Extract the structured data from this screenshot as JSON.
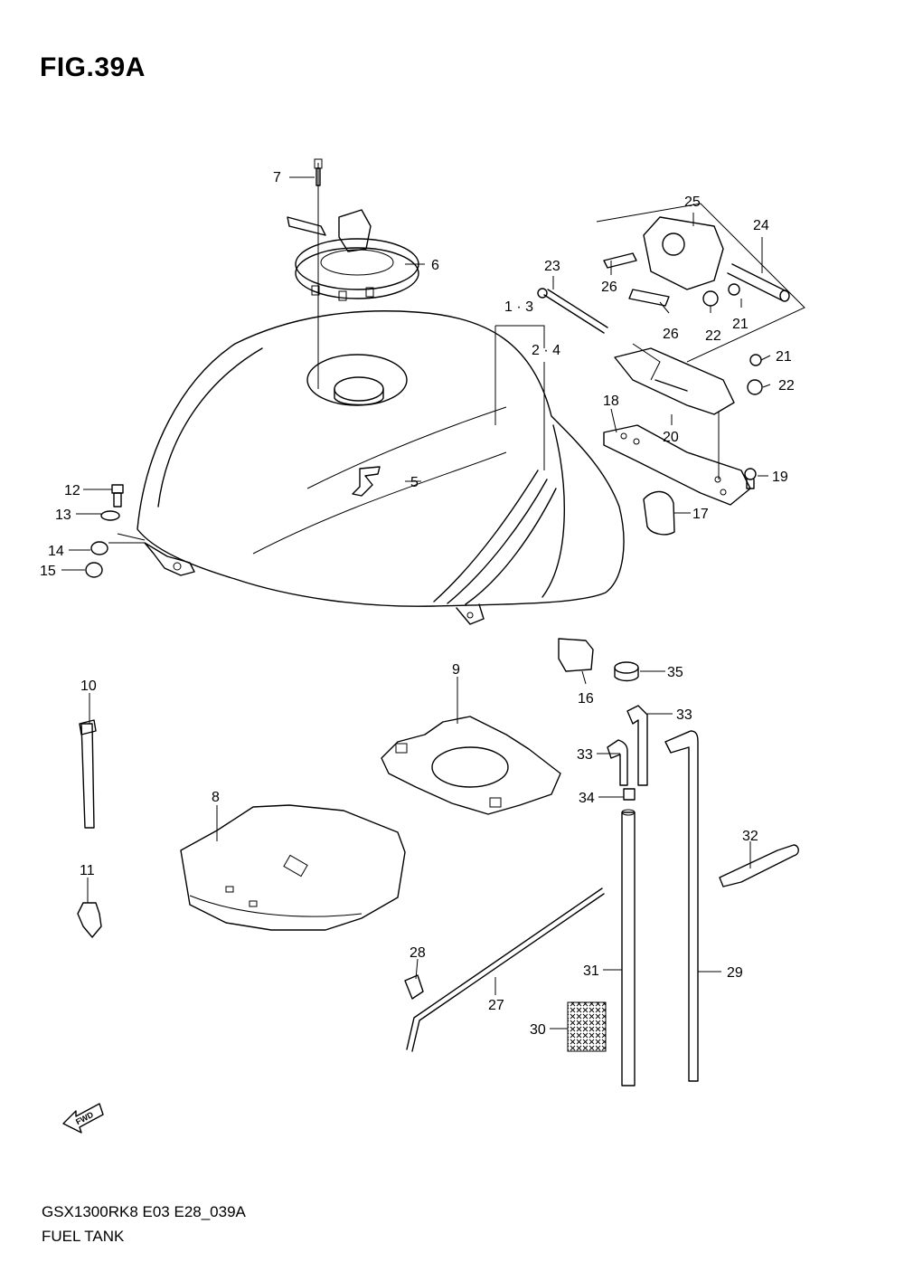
{
  "figure": {
    "title": "FIG.39A",
    "model_code": "GSX1300RK8 E03 E28_039A",
    "subtitle": "FUEL TANK",
    "fwd_label": "FWD"
  },
  "callouts": [
    {
      "id": "c1",
      "text": "1 · 3"
    },
    {
      "id": "c2",
      "text": "2 · 4"
    },
    {
      "id": "c5",
      "text": "5"
    },
    {
      "id": "c6",
      "text": "6"
    },
    {
      "id": "c7",
      "text": "7"
    },
    {
      "id": "c8",
      "text": "8"
    },
    {
      "id": "c9",
      "text": "9"
    },
    {
      "id": "c10",
      "text": "10"
    },
    {
      "id": "c11",
      "text": "11"
    },
    {
      "id": "c12",
      "text": "12"
    },
    {
      "id": "c13",
      "text": "13"
    },
    {
      "id": "c14",
      "text": "14"
    },
    {
      "id": "c15",
      "text": "15"
    },
    {
      "id": "c16",
      "text": "16"
    },
    {
      "id": "c17",
      "text": "17"
    },
    {
      "id": "c18",
      "text": "18"
    },
    {
      "id": "c19",
      "text": "19"
    },
    {
      "id": "c20",
      "text": "20"
    },
    {
      "id": "c21a",
      "text": "21"
    },
    {
      "id": "c21b",
      "text": "21"
    },
    {
      "id": "c22a",
      "text": "22"
    },
    {
      "id": "c22b",
      "text": "22"
    },
    {
      "id": "c23",
      "text": "23"
    },
    {
      "id": "c24",
      "text": "24"
    },
    {
      "id": "c25",
      "text": "25"
    },
    {
      "id": "c26a",
      "text": "26"
    },
    {
      "id": "c26b",
      "text": "26"
    },
    {
      "id": "c27",
      "text": "27"
    },
    {
      "id": "c28",
      "text": "28"
    },
    {
      "id": "c29",
      "text": "29"
    },
    {
      "id": "c30",
      "text": "30"
    },
    {
      "id": "c31",
      "text": "31"
    },
    {
      "id": "c32",
      "text": "32"
    },
    {
      "id": "c33a",
      "text": "33"
    },
    {
      "id": "c33b",
      "text": "33"
    },
    {
      "id": "c34",
      "text": "34"
    },
    {
      "id": "c35",
      "text": "35"
    }
  ]
}
